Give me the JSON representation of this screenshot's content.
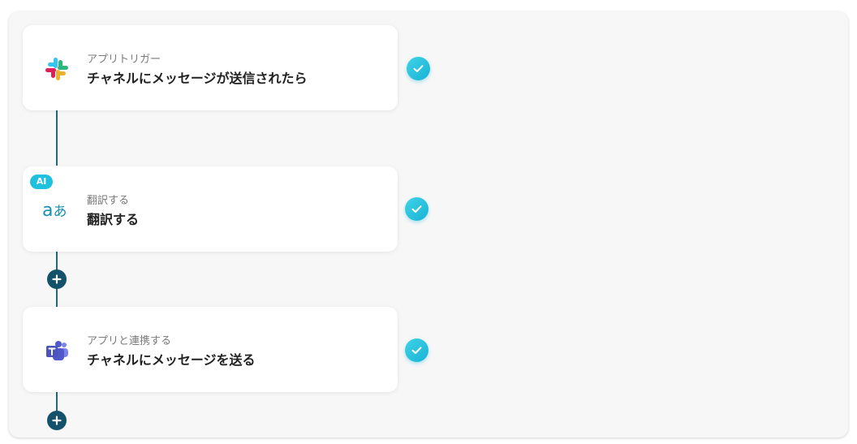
{
  "flow": {
    "steps": [
      {
        "sub_label": "アプリトリガー",
        "title": "チャネルにメッセージが送信されたら",
        "icon": "slack-icon",
        "status": "completed"
      },
      {
        "badge": "AI",
        "sub_label": "翻訳する",
        "title": "翻訳する",
        "icon": "translate-icon",
        "icon_text_a": "a",
        "icon_text_b": "あ",
        "status": "completed"
      },
      {
        "sub_label": "アプリと連携する",
        "title": "チャネルにメッセージを送る",
        "icon": "teams-icon",
        "status": "completed"
      }
    ],
    "add_buttons": [
      "add-step-icon",
      "add-step-icon"
    ]
  },
  "colors": {
    "accent": "#1fc1de",
    "connector": "#1b6a80",
    "add_button": "#13526a",
    "panel_bg": "#f7f7f7"
  }
}
